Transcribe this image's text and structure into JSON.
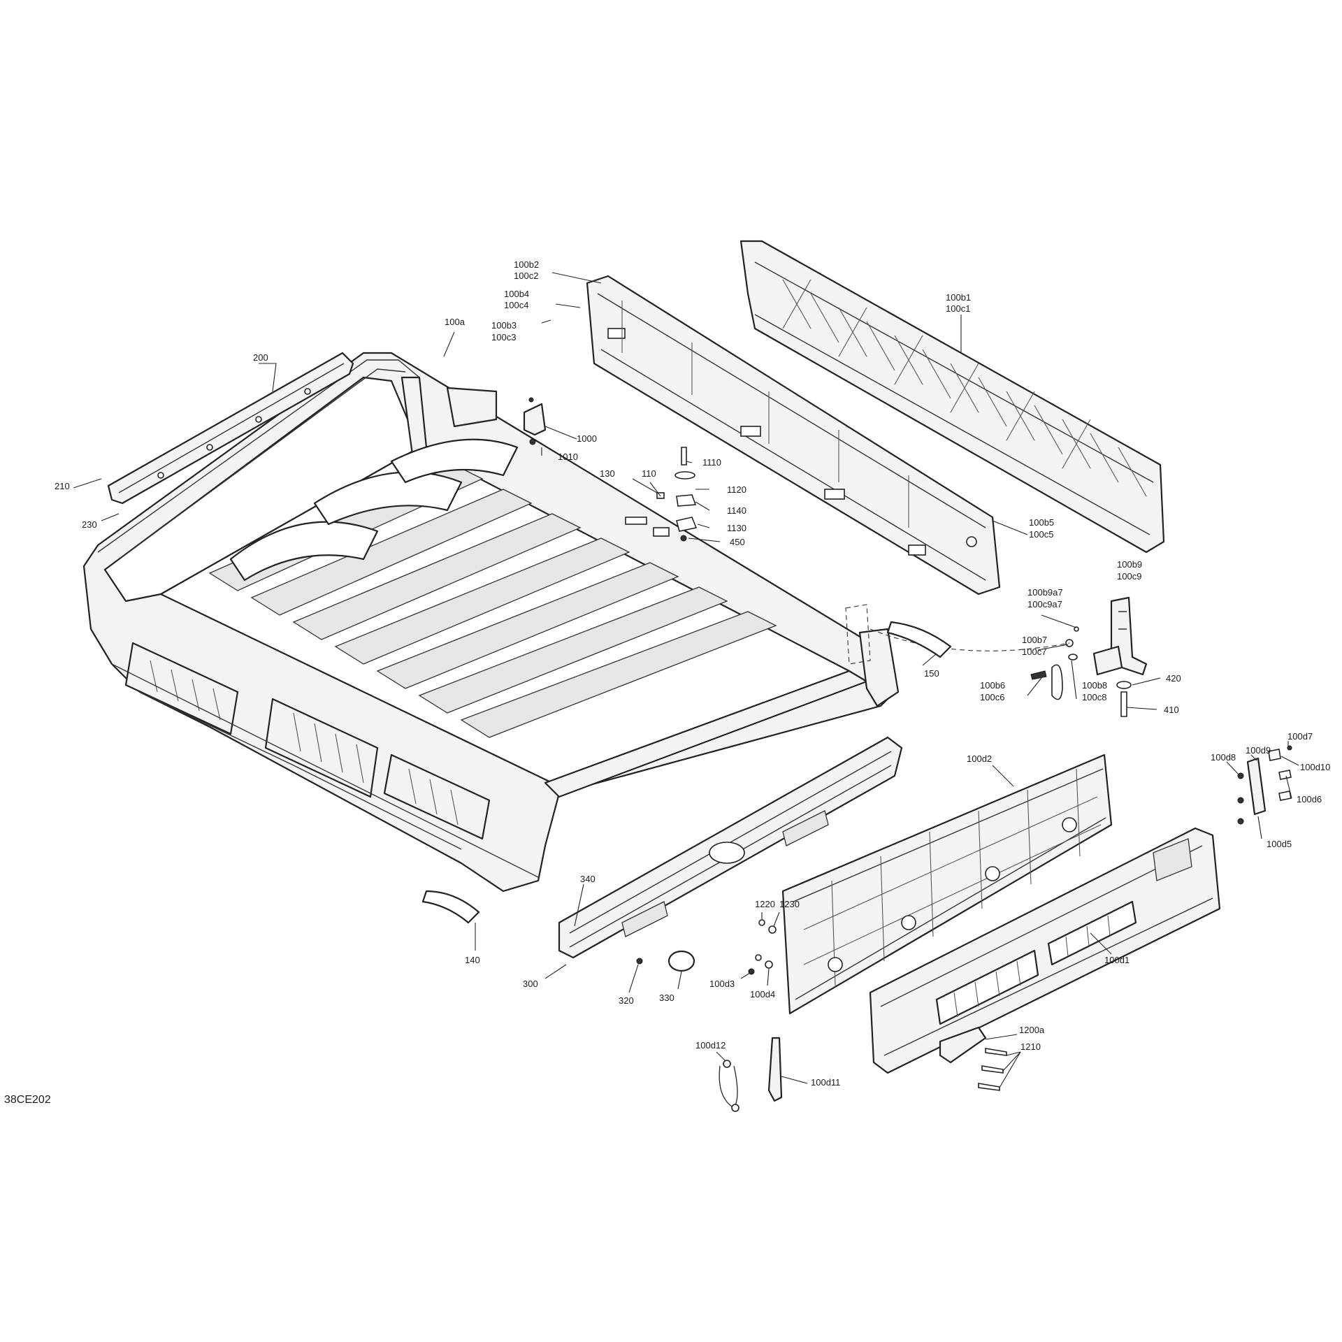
{
  "figure_ref": "38CE202",
  "callouts": [
    {
      "id": "c100a",
      "text": "100a"
    },
    {
      "id": "c100b2",
      "text": "100b2"
    },
    {
      "id": "c100c2",
      "text": "100c2"
    },
    {
      "id": "c100b4",
      "text": "100b4"
    },
    {
      "id": "c100c4",
      "text": "100c4"
    },
    {
      "id": "c100b3",
      "text": "100b3"
    },
    {
      "id": "c100c3",
      "text": "100c3"
    },
    {
      "id": "c100b1",
      "text": "100b1"
    },
    {
      "id": "c100c1",
      "text": "100c1"
    },
    {
      "id": "c200",
      "text": "200"
    },
    {
      "id": "c210",
      "text": "210"
    },
    {
      "id": "c230",
      "text": "230"
    },
    {
      "id": "c1000",
      "text": "1000"
    },
    {
      "id": "c1010",
      "text": "1010"
    },
    {
      "id": "c1110",
      "text": "1110"
    },
    {
      "id": "c130",
      "text": "130"
    },
    {
      "id": "c110",
      "text": "110"
    },
    {
      "id": "c1120",
      "text": "1120"
    },
    {
      "id": "c1140",
      "text": "1140"
    },
    {
      "id": "c1130",
      "text": "1130"
    },
    {
      "id": "c450",
      "text": "450"
    },
    {
      "id": "c100b5",
      "text": "100b5"
    },
    {
      "id": "c100c5",
      "text": "100c5"
    },
    {
      "id": "c100b9",
      "text": "100b9"
    },
    {
      "id": "c100c9",
      "text": "100c9"
    },
    {
      "id": "c100b9a7",
      "text": "100b9a7"
    },
    {
      "id": "c100c9a7",
      "text": "100c9a7"
    },
    {
      "id": "c100b7",
      "text": "100b7"
    },
    {
      "id": "c100c7",
      "text": "100c7"
    },
    {
      "id": "c150",
      "text": "150"
    },
    {
      "id": "c100b6",
      "text": "100b6"
    },
    {
      "id": "c100c6",
      "text": "100c6"
    },
    {
      "id": "c100b8",
      "text": "100b8"
    },
    {
      "id": "c100c8",
      "text": "100c8"
    },
    {
      "id": "c420",
      "text": "420"
    },
    {
      "id": "c410",
      "text": "410"
    },
    {
      "id": "c100d7",
      "text": "100d7"
    },
    {
      "id": "c100d9",
      "text": "100d9"
    },
    {
      "id": "c100d8",
      "text": "100d8"
    },
    {
      "id": "c100d10",
      "text": "100d10"
    },
    {
      "id": "c100d6",
      "text": "100d6"
    },
    {
      "id": "c100d5",
      "text": "100d5"
    },
    {
      "id": "c100d2",
      "text": "100d2"
    },
    {
      "id": "c340",
      "text": "340"
    },
    {
      "id": "c1220",
      "text": "1220"
    },
    {
      "id": "c1230",
      "text": "1230"
    },
    {
      "id": "c100d3",
      "text": "100d3"
    },
    {
      "id": "c100d4",
      "text": "100d4"
    },
    {
      "id": "c100d1",
      "text": "100d1"
    },
    {
      "id": "c140",
      "text": "140"
    },
    {
      "id": "c300",
      "text": "300"
    },
    {
      "id": "c320",
      "text": "320"
    },
    {
      "id": "c330",
      "text": "330"
    },
    {
      "id": "c1200a",
      "text": "1200a"
    },
    {
      "id": "c1210",
      "text": "1210"
    },
    {
      "id": "c100d12",
      "text": "100d12"
    },
    {
      "id": "c100d11",
      "text": "100d11"
    }
  ]
}
